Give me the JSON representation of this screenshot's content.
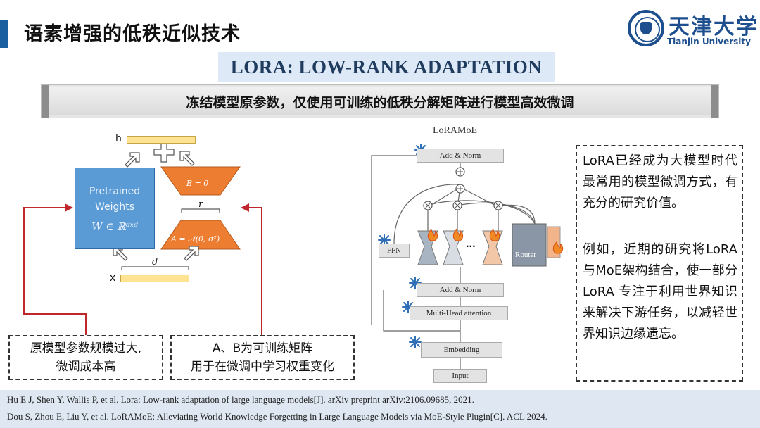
{
  "header": {
    "title": "语素增强的低秩近似技术",
    "logo_cn": "天津大学",
    "logo_en": "Tianjin University"
  },
  "subtitle_box": "LORA: LOW-RANK ADAPTATION",
  "banner": "冻结模型原参数，仅使用可训练的低秩分解矩阵进行模型高效微调",
  "lora_diagram": {
    "pretrained_line1": "Pretrained",
    "pretrained_line2": "Weights",
    "pretrained_eq": "W ∈ ℝᵈˣᵈ",
    "label_h": "h",
    "label_x": "x",
    "label_r": "r",
    "label_d": "d",
    "matrix_b": "B = 0",
    "matrix_a": "A = 𝒩(0, σ²)"
  },
  "callouts": {
    "left_line1": "原模型参数规模过大,",
    "left_line2": "微调成本高",
    "mid_line1": "A、B为可训练矩阵",
    "mid_line2": "用于在微调中学习权重变化"
  },
  "loramoe": {
    "title": "LoRAMoE",
    "add_norm_top": "Add & Norm",
    "add_norm_bottom": "Add & Norm",
    "multi_head": "Multi-Head attention",
    "embedding": "Embedding",
    "input": "Input",
    "ffn": "FFN",
    "router": "Router",
    "ellipsis": "..."
  },
  "right_text": {
    "para1": "LoRA已经成为大模型时代最常用的模型微调方式，有充分的研究价值。",
    "para2": "例如，近期的研究将LoRA与MoE架构结合，使一部分 LoRA 专注于利用世界知识来解决下游任务，以减轻世界知识边缘遗忘。"
  },
  "references": {
    "ref1": "Hu E J, Shen Y, Wallis P, et al. Lora: Low-rank adaptation of large language models[J]. arXiv preprint arXiv:2106.09685, 2021.",
    "ref2": "Dou S, Zhou E, Liu Y, et al. LoRAMoE: Alleviating World Knowledge Forgetting in Large Language Models via MoE-Style Plugin[C]. ACL 2024."
  },
  "colors": {
    "accent_blue": "#1a5fa0",
    "weights_blue": "#5b9bd5",
    "matrix_orange": "#ed7d31",
    "bar_yellow": "#fde392",
    "arrow_red": "#c0272d"
  }
}
